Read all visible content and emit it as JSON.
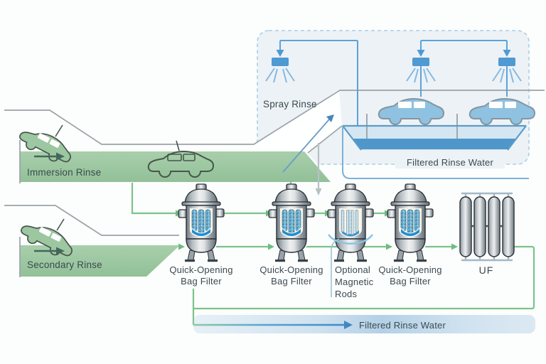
{
  "stations": {
    "immersion": {
      "label": "Immersion Rinse"
    },
    "secondary": {
      "label": "Secondary Rinse"
    },
    "spray": {
      "label": "Spray Rinse"
    },
    "tank": {
      "label": "Filtered Rinse Water"
    }
  },
  "equipment": [
    {
      "id": "bag-filter-1",
      "lines": [
        "Quick-Opening",
        "Bag Filter"
      ]
    },
    {
      "id": "bag-filter-2",
      "lines": [
        "Quick-Opening",
        "Bag Filter"
      ]
    },
    {
      "id": "magnetic-rods",
      "lines": [
        "Optional",
        "Magnetic",
        "Rods"
      ]
    },
    {
      "id": "bag-filter-3",
      "lines": [
        "Quick-Opening",
        "Bag Filter"
      ]
    },
    {
      "id": "uf",
      "lines": [
        "UF"
      ]
    }
  ],
  "output": {
    "label": "Filtered Rinse Water"
  },
  "colors": {
    "flow_green": "#7bc48b",
    "pool_green": "#9fc8a2",
    "dark_green_arrow": "#44675c",
    "spray_blue": "#4f9ad2",
    "tank_blue": "#4f97ca",
    "gray_line": "#9aa3a8",
    "text": "#3b4a50"
  }
}
